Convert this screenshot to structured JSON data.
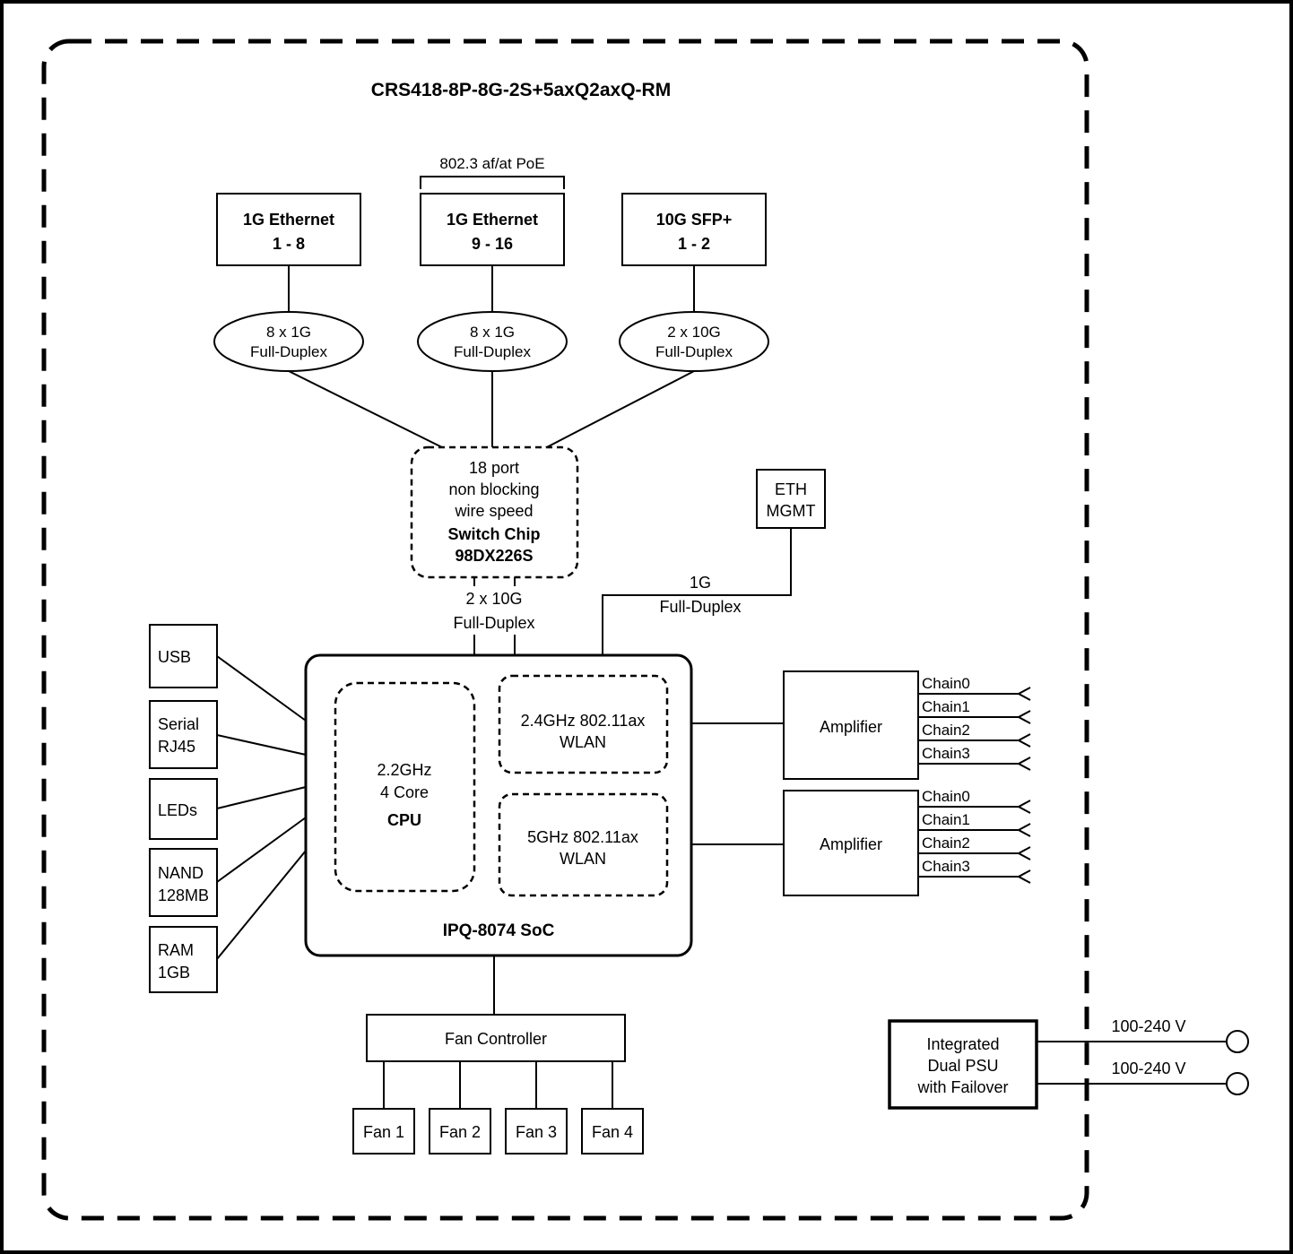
{
  "diagram": {
    "title": "CRS418-8P-8G-2S+5axQ2axQ-RM",
    "poe_label": "802.3 af/at PoE",
    "ports": [
      {
        "lines": [
          "1G Ethernet",
          "1 - 8"
        ]
      },
      {
        "lines": [
          "1G Ethernet",
          "9 - 16"
        ]
      },
      {
        "lines": [
          "10G SFP+",
          "1 - 2"
        ]
      }
    ],
    "duplex": [
      {
        "lines": [
          "8 x 1G",
          "Full-Duplex"
        ]
      },
      {
        "lines": [
          "8 x 1G",
          "Full-Duplex"
        ]
      },
      {
        "lines": [
          "2 x 10G",
          "Full-Duplex"
        ]
      }
    ],
    "switch_chip": {
      "lines": [
        "18 port",
        "non blocking",
        "wire speed",
        "Switch Chip",
        "98DX226S"
      ]
    },
    "eth_mgmt": {
      "lines": [
        "ETH",
        "MGMT"
      ]
    },
    "switch_soc_link": {
      "lines": [
        "2 x 10G",
        "Full-Duplex"
      ]
    },
    "mgmt_link": {
      "lines": [
        "1G",
        "Full-Duplex"
      ]
    },
    "soc": {
      "label": "IPQ-8074 SoC",
      "cpu": {
        "lines": [
          "2.2GHz",
          "4 Core",
          "CPU"
        ]
      },
      "wlan_24": {
        "lines": [
          "2.4GHz 802.11ax",
          "WLAN"
        ]
      },
      "wlan_5": {
        "lines": [
          "5GHz 802.11ax",
          "WLAN"
        ]
      }
    },
    "peripherals": [
      {
        "lines": [
          "USB"
        ]
      },
      {
        "lines": [
          "Serial",
          "RJ45"
        ]
      },
      {
        "lines": [
          "LEDs"
        ]
      },
      {
        "lines": [
          "NAND",
          "128MB"
        ]
      },
      {
        "lines": [
          "RAM",
          "1GB"
        ]
      }
    ],
    "amplifiers": [
      "Amplifier",
      "Amplifier"
    ],
    "chains": [
      "Chain0",
      "Chain1",
      "Chain2",
      "Chain3"
    ],
    "fan_controller": "Fan Controller",
    "fans": [
      "Fan 1",
      "Fan 2",
      "Fan 3",
      "Fan 4"
    ],
    "psu": {
      "lines": [
        "Integrated",
        "Dual PSU",
        "with Failover"
      ]
    },
    "power_inputs": [
      "100-240 V",
      "100-240 V"
    ]
  }
}
